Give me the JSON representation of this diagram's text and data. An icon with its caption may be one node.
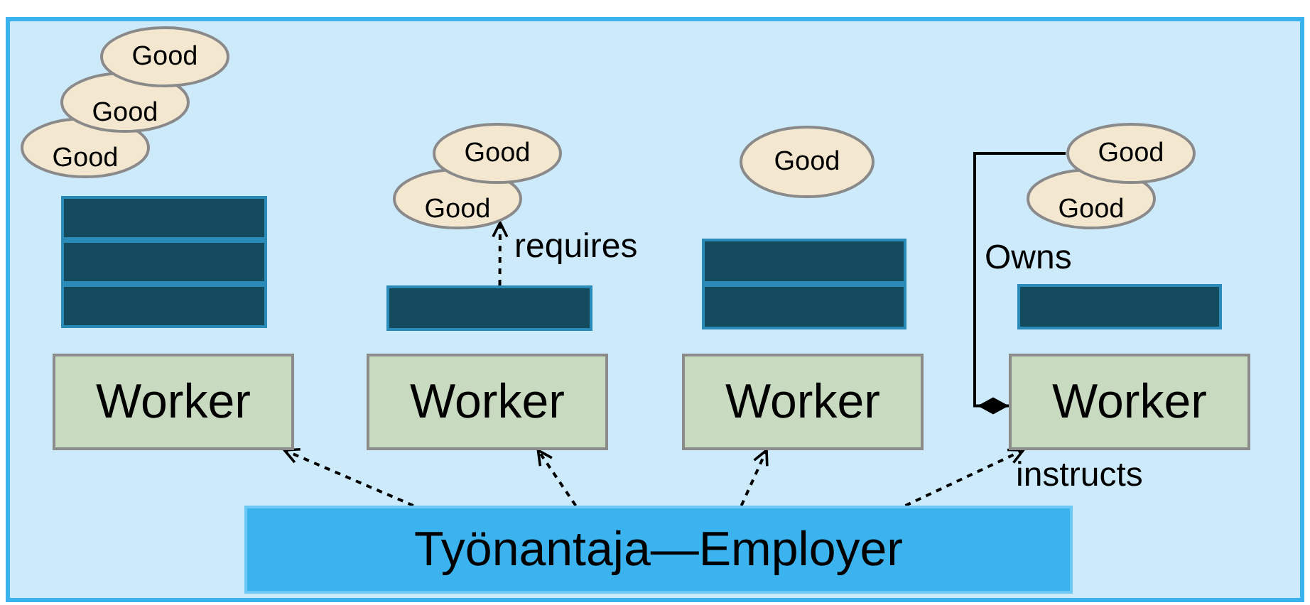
{
  "diagram": {
    "nodes": [
      {
        "text": [
          "Good"
        ]
      },
      {
        "text": [
          "Good"
        ]
      },
      {
        "text": [
          "Good"
        ]
      },
      {
        "text": [],
        "shape": "bar"
      },
      {
        "text": [],
        "shape": "bar"
      },
      {
        "text": [],
        "shape": "bar"
      },
      {
        "text": [
          "Worker"
        ]
      },
      {
        "text": [
          "Good"
        ]
      },
      {
        "text": [
          "Good"
        ]
      },
      {
        "text": [],
        "shape": "bar"
      },
      {
        "text": [
          "Worker"
        ]
      },
      {
        "text": [
          "Good"
        ]
      },
      {
        "text": [],
        "shape": "bar"
      },
      {
        "text": [],
        "shape": "bar"
      },
      {
        "text": [
          "Worker"
        ]
      },
      {
        "text": [
          "Good"
        ]
      },
      {
        "text": [
          "Good"
        ]
      },
      {
        "text": [],
        "shape": "bar"
      },
      {
        "text": [
          "Worker"
        ]
      },
      {
        "text": [
          "Työnantaja—Employer"
        ]
      }
    ],
    "edges": [
      {
        "from": 9,
        "to": 7,
        "arrow": "to",
        "label": "requires",
        "style": "dashed"
      },
      {
        "from": 16,
        "to": 18,
        "arrow": "other",
        "label": "Owns"
      },
      {
        "from": 19,
        "to": 6,
        "arrow": "to",
        "style": "dashed"
      },
      {
        "from": 19,
        "to": 10,
        "arrow": "to",
        "style": "dashed"
      },
      {
        "from": 19,
        "to": 14,
        "arrow": "to",
        "style": "dashed"
      },
      {
        "from": 19,
        "to": 18,
        "arrow": "to",
        "label": "instructs",
        "style": "dashed"
      }
    ]
  }
}
